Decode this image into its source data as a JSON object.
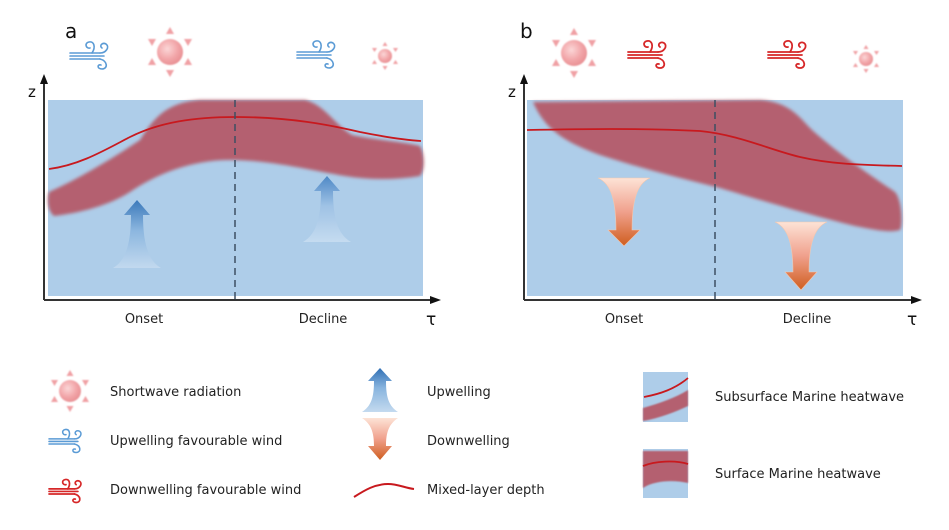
{
  "panels": [
    {
      "id": "a",
      "label": "a",
      "type": "subsurface",
      "y_axis_label": "z",
      "x_axis_label": "τ",
      "phases": [
        "Onset",
        "Decline"
      ],
      "top_icons": [
        {
          "icon": "upwelling-wind-icon",
          "color": "#5b9bd5"
        },
        {
          "icon": "sun-icon",
          "size": "large"
        },
        {
          "icon": "upwelling-wind-icon",
          "color": "#5b9bd5"
        },
        {
          "icon": "sun-icon",
          "size": "small"
        }
      ],
      "vertical_arrows": [
        "upwelling",
        "upwelling"
      ]
    },
    {
      "id": "b",
      "label": "b",
      "type": "surface",
      "y_axis_label": "z",
      "x_axis_label": "τ",
      "phases": [
        "Onset",
        "Decline"
      ],
      "top_icons": [
        {
          "icon": "sun-icon",
          "size": "large"
        },
        {
          "icon": "downwelling-wind-icon",
          "color": "#d62728"
        },
        {
          "icon": "downwelling-wind-icon",
          "color": "#d62728"
        },
        {
          "icon": "sun-icon",
          "size": "small"
        }
      ],
      "vertical_arrows": [
        "downwelling",
        "downwelling"
      ]
    }
  ],
  "legend": {
    "col1": [
      {
        "icon": "sun-icon",
        "label": "Shortwave radiation"
      },
      {
        "icon": "upwelling-wind-icon",
        "label": "Upwelling favourable wind"
      },
      {
        "icon": "downwelling-wind-icon",
        "label": "Downwelling favourable wind"
      }
    ],
    "col2": [
      {
        "icon": "upwelling-arrow-icon",
        "label": "Upwelling"
      },
      {
        "icon": "downwelling-arrow-icon",
        "label": "Downwelling"
      },
      {
        "icon": "mixed-layer-line-icon",
        "label": "Mixed-layer depth"
      }
    ],
    "col3": [
      {
        "icon": "subsurface-mhw-icon",
        "label": "Subsurface Marine heatwave"
      },
      {
        "icon": "surface-mhw-icon",
        "label": "Surface Marine heatwave"
      }
    ]
  },
  "colors": {
    "ocean": "#aecde9",
    "heatwave": "#b4616f",
    "mixed_layer": "#c8191e",
    "upwelling_wind": "#5b9bd5",
    "downwelling_wind": "#d62728",
    "sun": "#f0a0a4",
    "upwelling_arrow": "#3a78bf",
    "downwelling_arrow": "#d9692a",
    "divider": "#3d4f63"
  }
}
